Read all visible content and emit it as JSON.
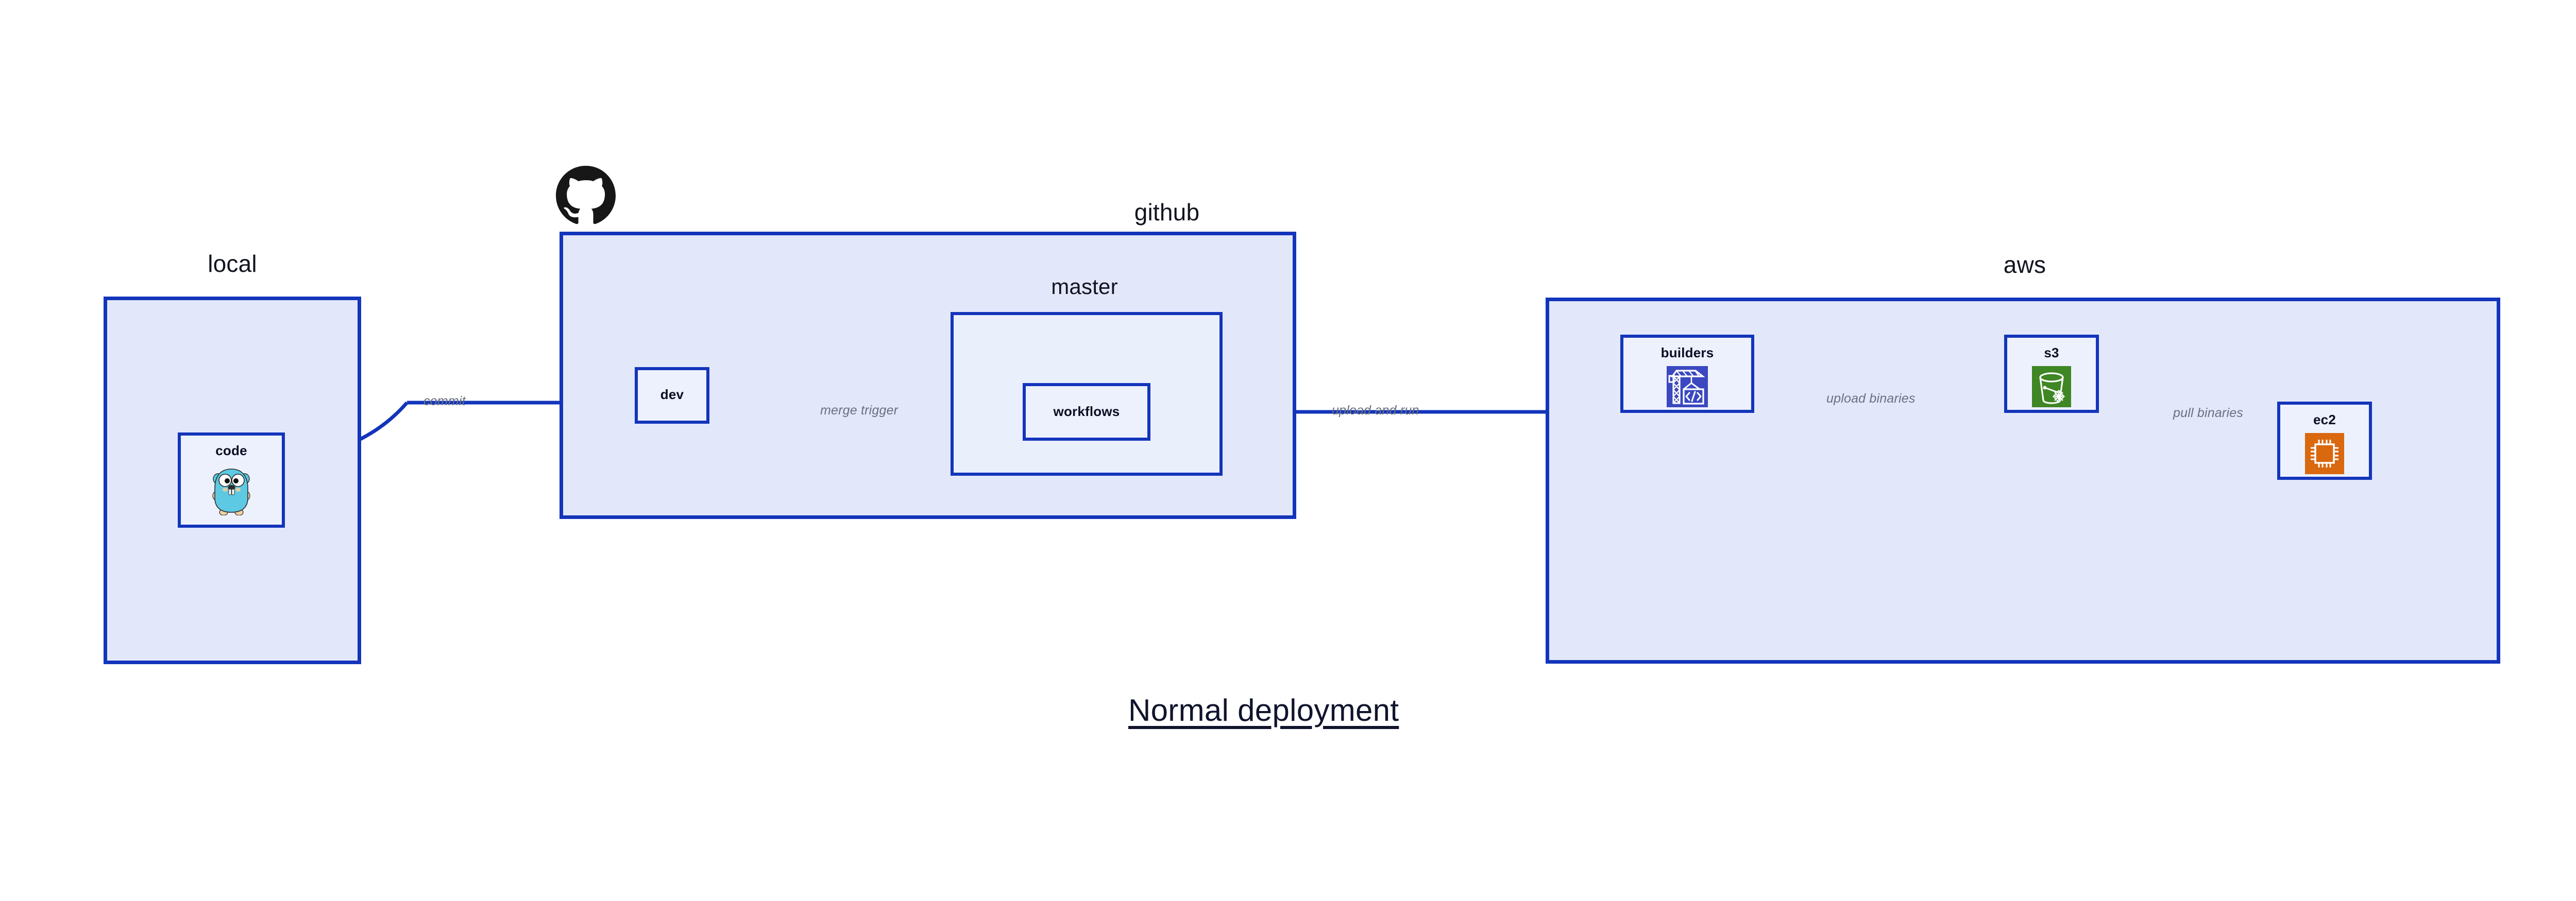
{
  "diagram": {
    "title": "Normal deployment",
    "background": "#ffffff",
    "colors": {
      "group_fill": "#e3e7fa",
      "group_border": "#1335bb",
      "subgroup_fill": "#eaeffc",
      "node_fill": "#edf1fd",
      "edge_stroke": "#1335bb",
      "edge_label": "#6a6f82",
      "text": "#0b0f24",
      "s3_icon": "#3f8624",
      "ec2_icon": "#d9680f",
      "builders_icon": "#3b48c0",
      "gopher_body": "#5dc9e2",
      "octocat": "#181717"
    },
    "groups": [
      {
        "id": "local",
        "label": "local",
        "nodes": [
          {
            "id": "code",
            "label": "code",
            "icon": "go-gopher-icon"
          }
        ]
      },
      {
        "id": "github",
        "label": "github",
        "logo": "github-octocat-icon",
        "nodes": [
          {
            "id": "dev",
            "label": "dev",
            "icon": "none"
          }
        ],
        "subgroups": [
          {
            "id": "master",
            "label": "master",
            "nodes": [
              {
                "id": "workflows",
                "label": "workflows",
                "icon": "none"
              }
            ]
          }
        ]
      },
      {
        "id": "aws",
        "label": "aws",
        "nodes": [
          {
            "id": "builders",
            "label": "builders",
            "icon": "crane-code-icon"
          },
          {
            "id": "s3",
            "label": "s3",
            "icon": "s3-bucket-icon"
          },
          {
            "id": "ec2",
            "label": "ec2",
            "icon": "cpu-chip-icon"
          }
        ]
      }
    ],
    "edges": [
      {
        "id": "code-to-dev",
        "from": "code",
        "to": "dev",
        "label": "commit"
      },
      {
        "id": "dev-to-workflows",
        "from": "dev",
        "to": "workflows",
        "label": "merge trigger"
      },
      {
        "id": "workflows-to-builders",
        "from": "workflows",
        "to": "builders",
        "label": "upload and run"
      },
      {
        "id": "builders-to-s3",
        "from": "builders",
        "to": "s3",
        "label": "upload binaries"
      },
      {
        "id": "s3-to-ec2",
        "from": "s3",
        "to": "ec2",
        "label": "pull binaries"
      }
    ]
  }
}
